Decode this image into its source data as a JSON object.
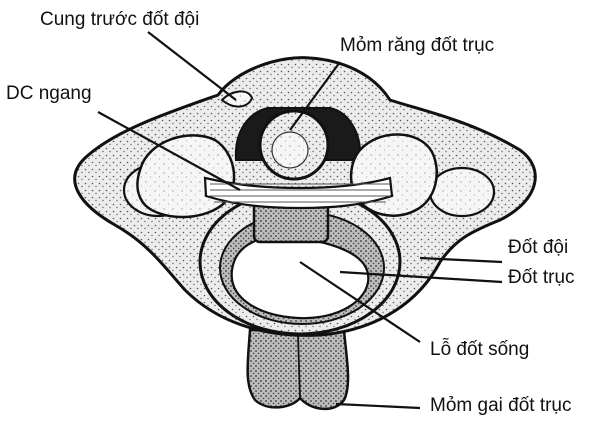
{
  "labels": {
    "anterior_arch_atlas": "Cung trước đốt đội",
    "dens_axis": "Mỏm răng đốt trục",
    "transverse_ligament": "DC ngang",
    "atlas": "Đốt đội",
    "axis": "Đốt trục",
    "vertebral_foramen": "Lỗ đốt sống",
    "spinous_process_axis": "Mỏm gai đốt trục"
  },
  "colors": {
    "ink": "#111111",
    "bone": "#e4e4e4",
    "bone_dark": "#9a9a9a",
    "background": "#ffffff"
  }
}
